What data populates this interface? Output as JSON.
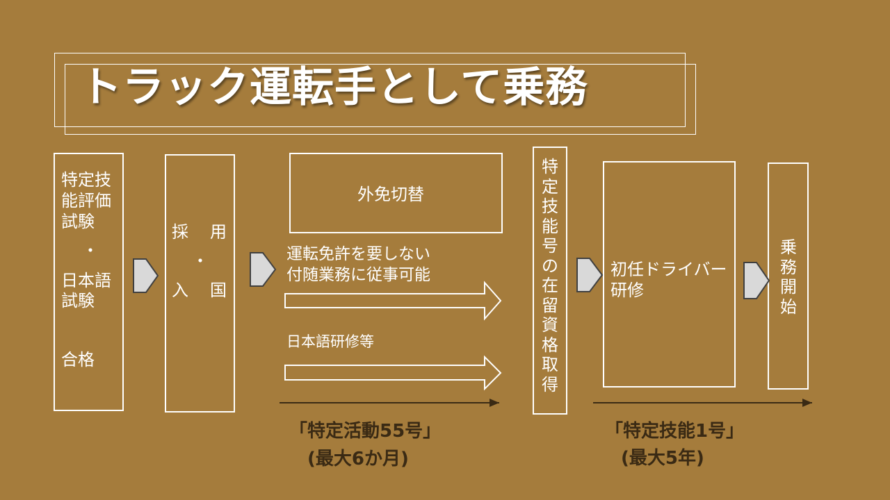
{
  "title": "トラック運転手として乗務",
  "steps": {
    "exam": {
      "line1": "特定技",
      "line2": "能評価",
      "line3": "試験",
      "dot": "・",
      "line4": "日本語",
      "line5": "試験",
      "line6": "合格"
    },
    "hire": {
      "col1_top": "採",
      "col2_top": "用",
      "dot": "・",
      "col1_bottom": "入",
      "col2_bottom": "国"
    },
    "license_switch": "外免切替",
    "duty_note_line1": "運転免許を要しない",
    "duty_note_line2": "付随業務に従事可能",
    "japanese_training": "日本語研修等",
    "status_acquisition": [
      "特",
      "定",
      "技",
      "能",
      "号",
      "の",
      "在",
      "留",
      "資",
      "格",
      "取",
      "得"
    ],
    "driver_training_line1": "初任ドライバー",
    "driver_training_line2": "研修",
    "start_duty": [
      "乗",
      "務",
      "開",
      "始"
    ]
  },
  "periods": {
    "activity55": "「特定活動55号」",
    "activity55_limit": "(最大6か月)",
    "skill1": "「特定技能1号」",
    "skill1_limit": "(最大5年)"
  },
  "colors": {
    "background": "#a57c3c",
    "line": "#ffffff",
    "chevron_fill": "#d9d9d9",
    "chevron_stroke": "#404040",
    "dark_text": "#3a2a14"
  }
}
